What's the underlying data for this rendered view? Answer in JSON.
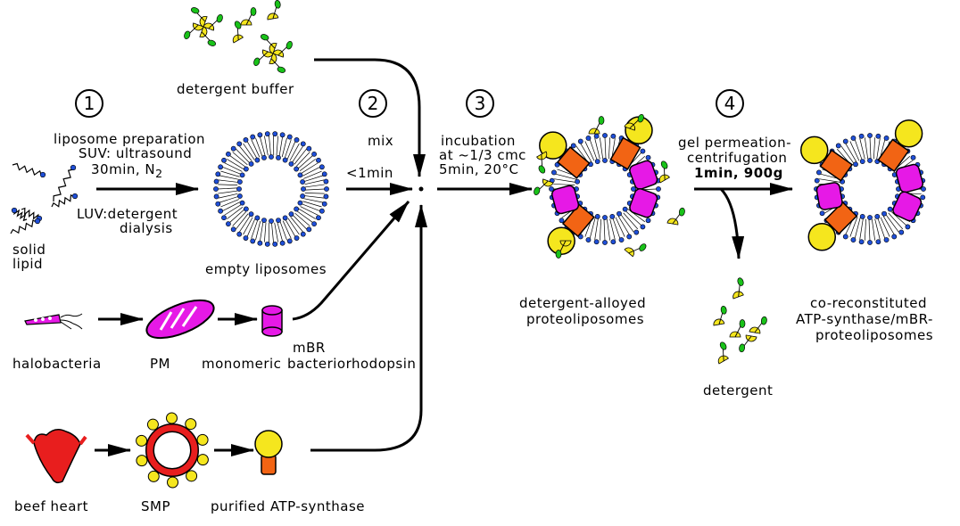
{
  "colors": {
    "lipid_head": "#1f4fd8",
    "detergent_head": "#19c219",
    "detergent_tail": "#f5e61e",
    "br_protein": "#e619e6",
    "atp_f1": "#f5e61e",
    "atp_f0": "#f26414",
    "heart": "#e81e1e"
  },
  "steps": [
    "1",
    "2",
    "3",
    "4"
  ],
  "labels": {
    "detergent_buffer": "detergent buffer",
    "step1_line1": "liposome preparation",
    "step1_line2": "SUV: ultrasound",
    "step1_line3": "30min, N",
    "step1_line3_sub": "2",
    "step1_line4": "LUV:detergent",
    "step1_line5": "dialysis",
    "solid_lipid_1": "solid",
    "solid_lipid_2": "lipid",
    "empty_liposomes": "empty liposomes",
    "mix": "mix",
    "mix_time": "<1min",
    "incubation_1": "incubation",
    "incubation_2": "at ~1/3 cmc",
    "incubation_3": "5min, 20°C",
    "gel_1": "gel permeation-",
    "gel_2": "centrifugation",
    "gel_3": "1min, 900g",
    "alloyed_1": "detergent-alloyed",
    "alloyed_2": "proteoliposomes",
    "final_1": "co-reconstituted",
    "final_2": "ATP-synthase/mBR-",
    "final_3": "proteoliposomes",
    "detergent": "detergent",
    "halobacteria": "halobacteria",
    "pm": "PM",
    "monomeric": "monomeric",
    "mbr": "mBR",
    "bacteriorhodopsin": "bacteriorhodopsin",
    "beef_heart": "beef heart",
    "smp": "SMP",
    "purified_atp": "purified ATP-synthase"
  }
}
